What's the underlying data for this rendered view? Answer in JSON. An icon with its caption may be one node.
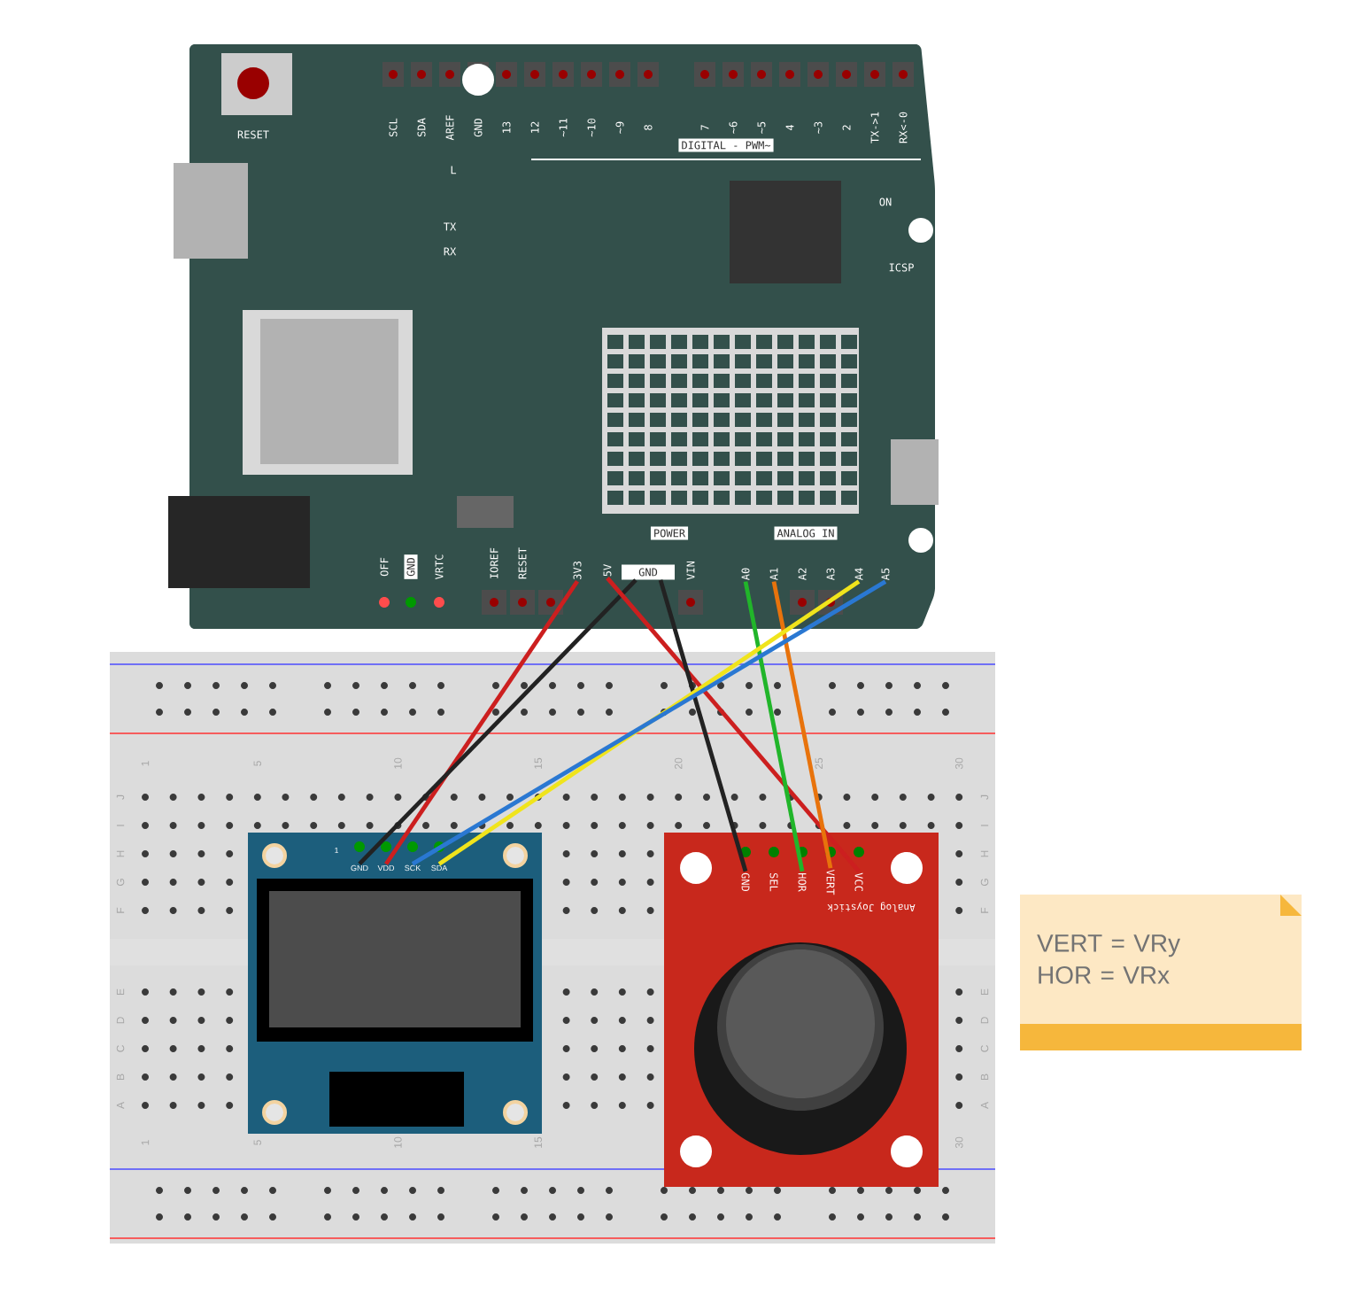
{
  "diagram": {
    "nodes": [
      {
        "text": [
          "3V3"
        ]
      },
      {
        "text": [
          "5V"
        ]
      },
      {
        "text": [
          "GND"
        ]
      },
      {
        "text": [
          "A0"
        ]
      },
      {
        "text": [
          "A1"
        ]
      },
      {
        "text": [
          "A4"
        ]
      },
      {
        "text": [
          "A5"
        ]
      },
      {
        "text": [
          "GND"
        ]
      },
      {
        "text": [
          "VDD"
        ]
      },
      {
        "text": [
          "SCK"
        ]
      },
      {
        "text": [
          "SDA"
        ]
      },
      {
        "text": [
          "GND"
        ]
      },
      {
        "text": [
          "SEL"
        ]
      },
      {
        "text": [
          "HOR"
        ]
      },
      {
        "text": [
          "VERT"
        ]
      },
      {
        "text": [
          "VCC"
        ]
      },
      {
        "text": [
          "VERT = VRy",
          "HOR = VRx"
        ]
      }
    ],
    "edges": [
      {
        "from": 0,
        "to": 8,
        "arrow": "none",
        "color": "#cc1f1f"
      },
      {
        "from": 2,
        "to": 7,
        "arrow": "none",
        "color": "#222222"
      },
      {
        "from": 1,
        "to": 15,
        "arrow": "none",
        "color": "#cc1f1f"
      },
      {
        "from": 2,
        "to": 11,
        "arrow": "none",
        "color": "#222222"
      },
      {
        "from": 3,
        "to": 13,
        "arrow": "none",
        "color": "#21b52a"
      },
      {
        "from": 4,
        "to": 14,
        "arrow": "none",
        "color": "#e8730c"
      },
      {
        "from": 5,
        "to": 10,
        "arrow": "none",
        "color": "#f0e41c"
      },
      {
        "from": 6,
        "to": 9,
        "arrow": "none",
        "color": "#2a78d2"
      }
    ],
    "labels": [
      "RESET",
      "SCL",
      "SDA",
      "AREF",
      "GND",
      "13",
      "12",
      "~11",
      "~10",
      "~9",
      "8",
      "7",
      "~6",
      "~5",
      "4",
      "~3",
      "2",
      "TX->1",
      "RX<-0",
      "L",
      "DIGITAL - PWM~",
      "TX",
      "RX",
      "ON",
      "ICSP",
      "POWER",
      "ANALOG IN",
      "OFF",
      "GND",
      "VRTC",
      "IOREF",
      "RESET",
      "VIN",
      "A2",
      "A3",
      "1",
      "5",
      "10",
      "15",
      "20",
      "25",
      "30",
      "1",
      "5",
      "10",
      "15",
      "30",
      "J",
      "I",
      "H",
      "G",
      "F",
      "E",
      "D",
      "C",
      "B",
      "A",
      "J",
      "I",
      "H",
      "G",
      "F",
      "E",
      "D",
      "C",
      "B",
      "A",
      "Analog Joystick",
      "1"
    ]
  }
}
